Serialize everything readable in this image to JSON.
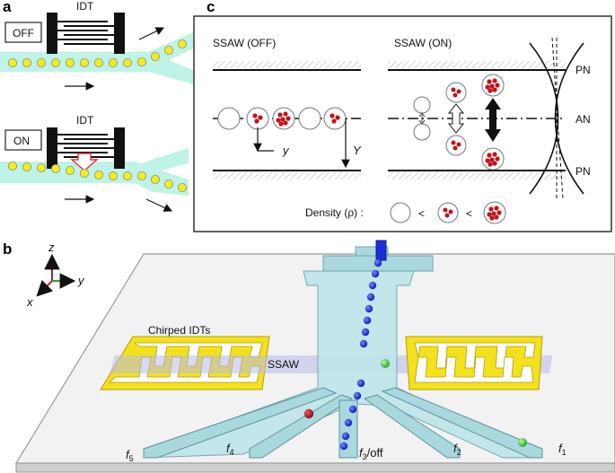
{
  "panels": {
    "a": "a",
    "b": "b",
    "c": "c"
  },
  "panel_a": {
    "off_label": "OFF",
    "on_label": "ON",
    "idt_label": "IDT"
  },
  "panel_c": {
    "off_title": "SSAW (OFF)",
    "on_title": "SSAW (ON)",
    "pn_top": "PN",
    "an": "AN",
    "pn_bottom": "PN",
    "y_small": "y",
    "y_big": "Y",
    "density_label": "Density (ρ) :",
    "less_than": "<"
  },
  "panel_b": {
    "axis_z": "z",
    "axis_y": "y",
    "axis_x": "x",
    "chirped_idts": "Chirped IDTs",
    "ssaw": "SSAW",
    "outlets": [
      {
        "name": "f",
        "sub": "5"
      },
      {
        "name": "f",
        "sub": "4"
      },
      {
        "name": "f",
        "sub": "3",
        "suffix": "/off"
      },
      {
        "name": "f",
        "sub": "2"
      },
      {
        "name": "f",
        "sub": "1"
      }
    ]
  },
  "colors": {
    "channel": "#bff3e8",
    "particle_yellow": "#f2ee1a",
    "cell_red": "#c0141b",
    "idt_gold": "#f3e21b",
    "bead_blue": "#1a2fd6",
    "bead_green": "#58d85a",
    "glass": "#bfe6ea"
  }
}
